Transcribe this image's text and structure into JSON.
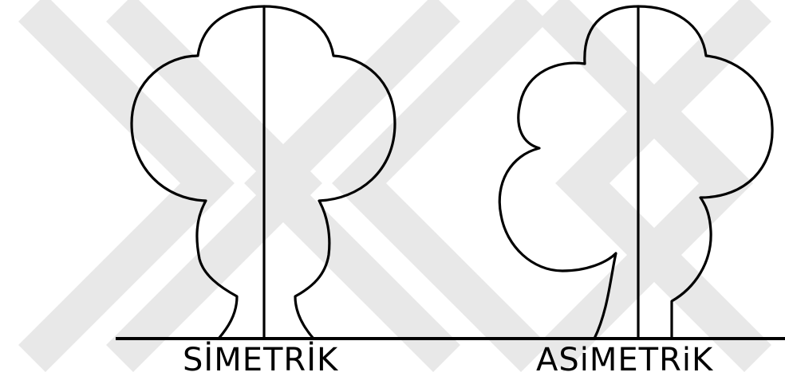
{
  "labels": {
    "symmetric": "SİMETRİK",
    "asymmetric": "ASiMETRiK"
  },
  "colors": {
    "ink": "#000000",
    "watermark": "#e6e6e6",
    "background": "#ffffff"
  },
  "icons": [
    "watermark-logo",
    "symmetric-tree-icon",
    "asymmetric-tree-icon"
  ]
}
